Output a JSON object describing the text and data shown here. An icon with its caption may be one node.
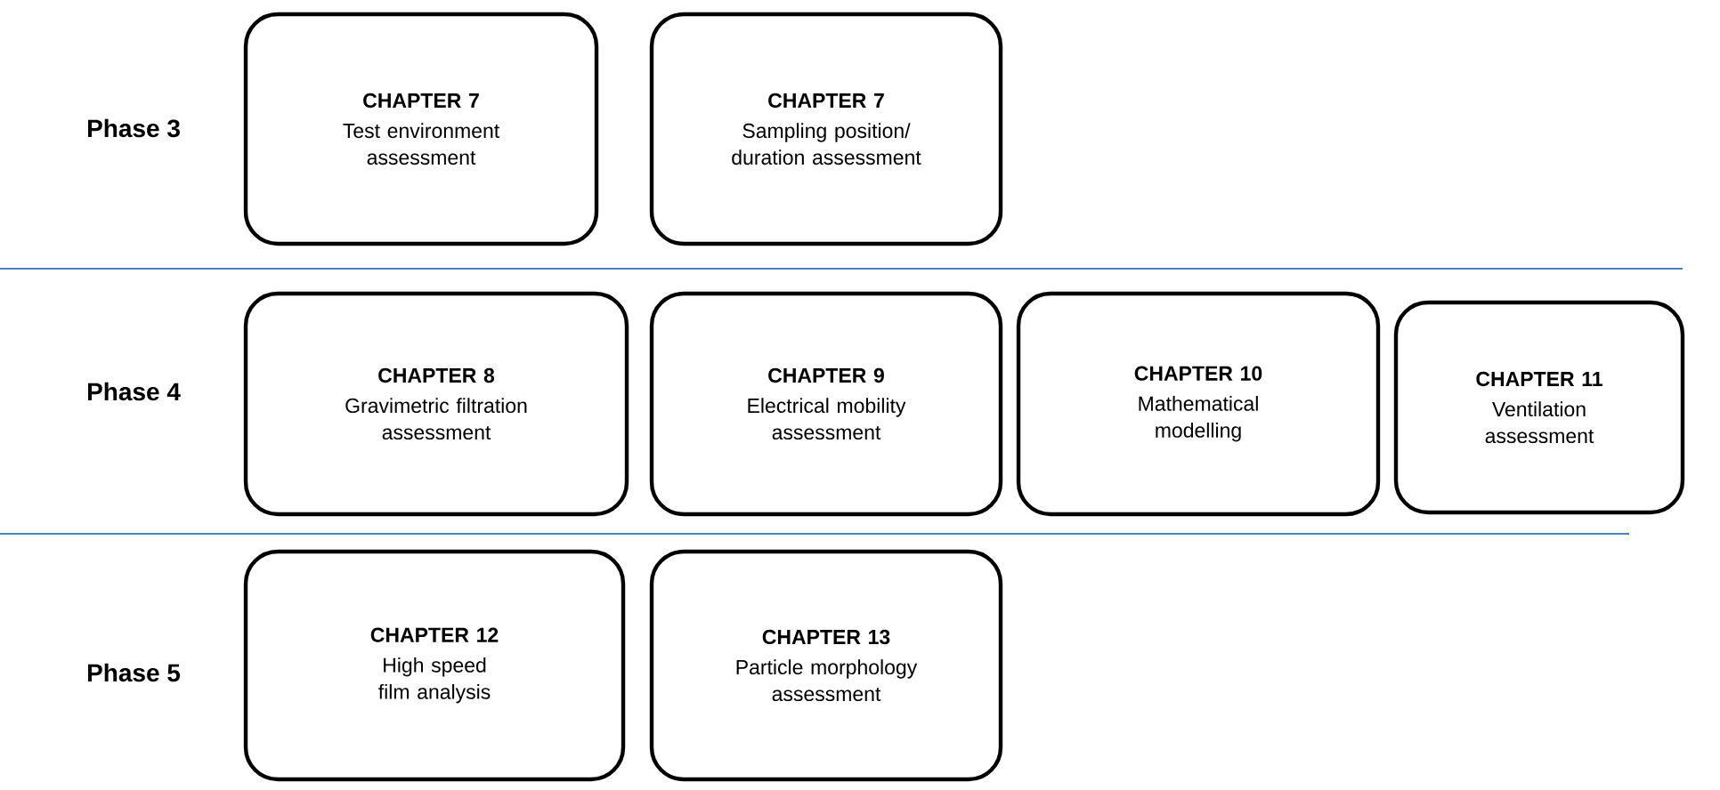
{
  "diagram": {
    "nodes": [
      {
        "text": [
          "CHAPTER 7",
          "Test environment assessment"
        ]
      },
      {
        "text": [
          "CHAPTER 7",
          "Sampling position/ duration assessment"
        ]
      },
      {
        "text": [
          "CHAPTER 8",
          "Gravimetric filtration assessment"
        ]
      },
      {
        "text": [
          "CHAPTER 9",
          "Electrical mobility assessment"
        ]
      },
      {
        "text": [
          "CHAPTER 10",
          "Mathematical modelling"
        ]
      },
      {
        "text": [
          "CHAPTER 11",
          "Ventilation assessment"
        ]
      },
      {
        "text": [
          "CHAPTER 12",
          "High speed film analysis"
        ]
      },
      {
        "text": [
          "CHAPTER 13",
          "Particle morphology assessment"
        ]
      }
    ],
    "labels": [
      "Phase 3",
      "Phase 4",
      "Phase 5"
    ]
  }
}
